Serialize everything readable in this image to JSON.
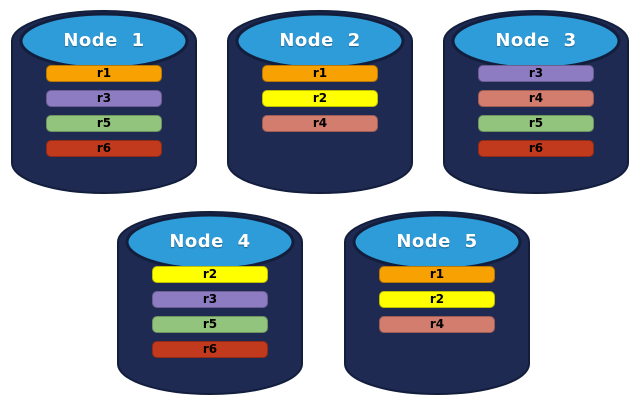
{
  "diagram": {
    "background_color": "#FFFFFF"
  },
  "palette": {
    "cylinder_body": "#1E2A52",
    "cylinder_outline": "#131E3D",
    "cylinder_top": "#2E9CD9",
    "node_label_color": "#FFFFFF",
    "replica_label_color": "#000000",
    "replicas": {
      "r1": "#F7A102",
      "r2": "#FFFF00",
      "r3": "#8E7CC3",
      "r4": "#D27D6E",
      "r5": "#93C47D",
      "r6": "#C23A1D"
    }
  },
  "nodes": [
    {
      "label": "Node 1",
      "replicas": [
        "r1",
        "r3",
        "r5",
        "r6"
      ]
    },
    {
      "label": "Node 2",
      "replicas": [
        "r1",
        "r2",
        "r4"
      ]
    },
    {
      "label": "Node 3",
      "replicas": [
        "r3",
        "r4",
        "r5",
        "r6"
      ]
    },
    {
      "label": "Node 4",
      "replicas": [
        "r2",
        "r3",
        "r5",
        "r6"
      ]
    },
    {
      "label": "Node 5",
      "replicas": [
        "r1",
        "r2",
        "r4"
      ]
    }
  ]
}
